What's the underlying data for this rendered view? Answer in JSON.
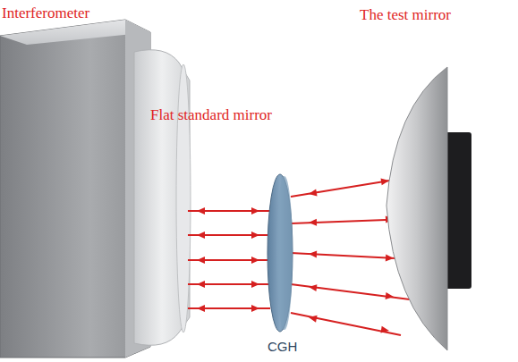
{
  "diagram": {
    "labels": [
      "Interferometer",
      "Flat standard mirror",
      "The test mirror",
      "CGH"
    ]
  }
}
